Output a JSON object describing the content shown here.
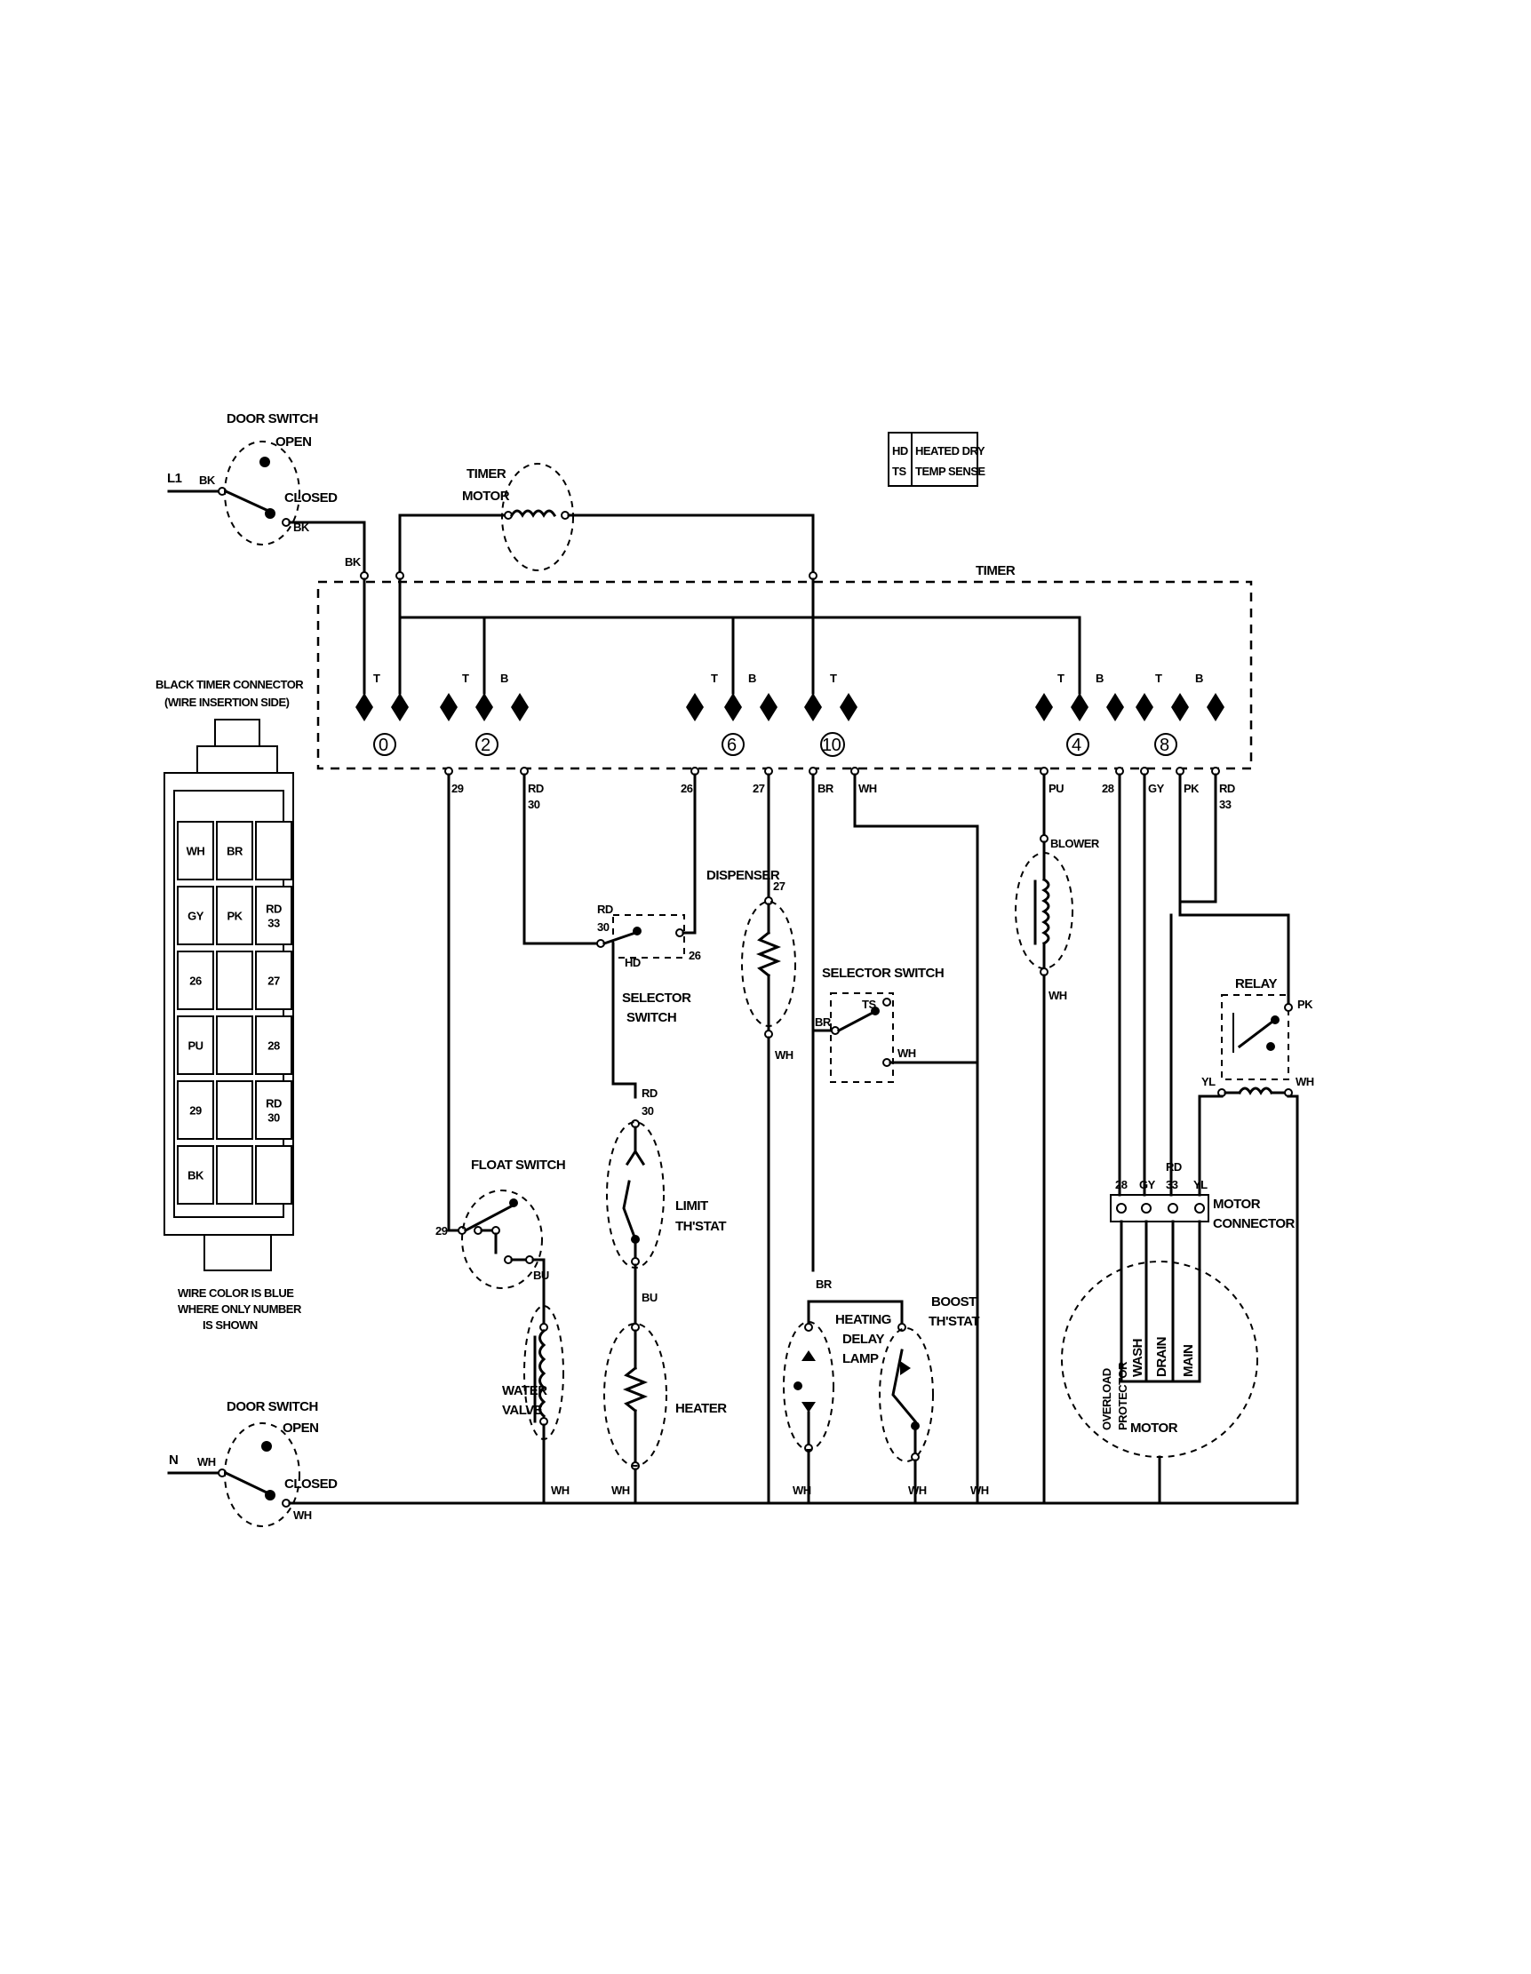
{
  "labels": {
    "l1": "L1",
    "n": "N",
    "door_switch_top": "DOOR SWITCH",
    "door_switch_bottom": "DOOR SWITCH",
    "open": "OPEN",
    "closed": "CLOSED",
    "timer_motor_1": "TIMER",
    "timer_motor_2": "MOTOR",
    "timer": "TIMER",
    "legend_hd": "HD",
    "legend_ts": "TS",
    "legend_hd_desc": "HEATED DRY",
    "legend_ts_desc": "TEMP SENSE",
    "connector_title_1": "BLACK TIMER CONNECTOR",
    "connector_title_2": "(WIRE INSERTION SIDE)",
    "wire_note_1": "WIRE COLOR IS BLUE",
    "wire_note_2": "WHERE ONLY NUMBER",
    "wire_note_3": "IS SHOWN",
    "selector_switch": "SELECTOR",
    "switch": "SWITCH",
    "selector_switch_2": "SELECTOR SWITCH",
    "dispenser": "DISPENSER",
    "float_switch": "FLOAT SWITCH",
    "limit_1": "LIMIT",
    "limit_2": "TH'STAT",
    "water_1": "WATER",
    "water_2": "VALVE",
    "heater": "HEATER",
    "heating_1": "HEATING",
    "heating_2": "DELAY",
    "heating_3": "LAMP",
    "boost_1": "BOOST",
    "boost_2": "TH'STAT",
    "blower": "BLOWER",
    "relay": "RELAY",
    "motor_connector_1": "MOTOR",
    "motor_connector_2": "CONNECTOR",
    "motor": "MOTOR",
    "overload": "OVERLOAD",
    "protector": "PROTECTOR",
    "wash": "WASH",
    "drain": "DRAIN",
    "main": "MAIN",
    "hd": "HD",
    "ts": "TS"
  },
  "wire_colors": {
    "bk": "BK",
    "wh": "WH",
    "br": "BR",
    "pu": "PU",
    "gy": "GY",
    "pk": "PK",
    "rd": "RD",
    "bu": "BU",
    "yl": "YL",
    "t": "T",
    "b": "B"
  },
  "wire_numbers": {
    "n26": "26",
    "n27": "27",
    "n28": "28",
    "n29": "29",
    "n30": "30",
    "n33": "33"
  },
  "timer_cams": [
    "0",
    "2",
    "6",
    "10",
    "4",
    "8"
  ],
  "connector_grid": [
    [
      "WH",
      "BR",
      ""
    ],
    [
      "GY",
      "PK",
      "RD 33"
    ],
    [
      "26",
      "",
      "27"
    ],
    [
      "PU",
      "",
      "28"
    ],
    [
      "29",
      "",
      "RD 30"
    ],
    [
      "BK",
      "",
      ""
    ]
  ]
}
